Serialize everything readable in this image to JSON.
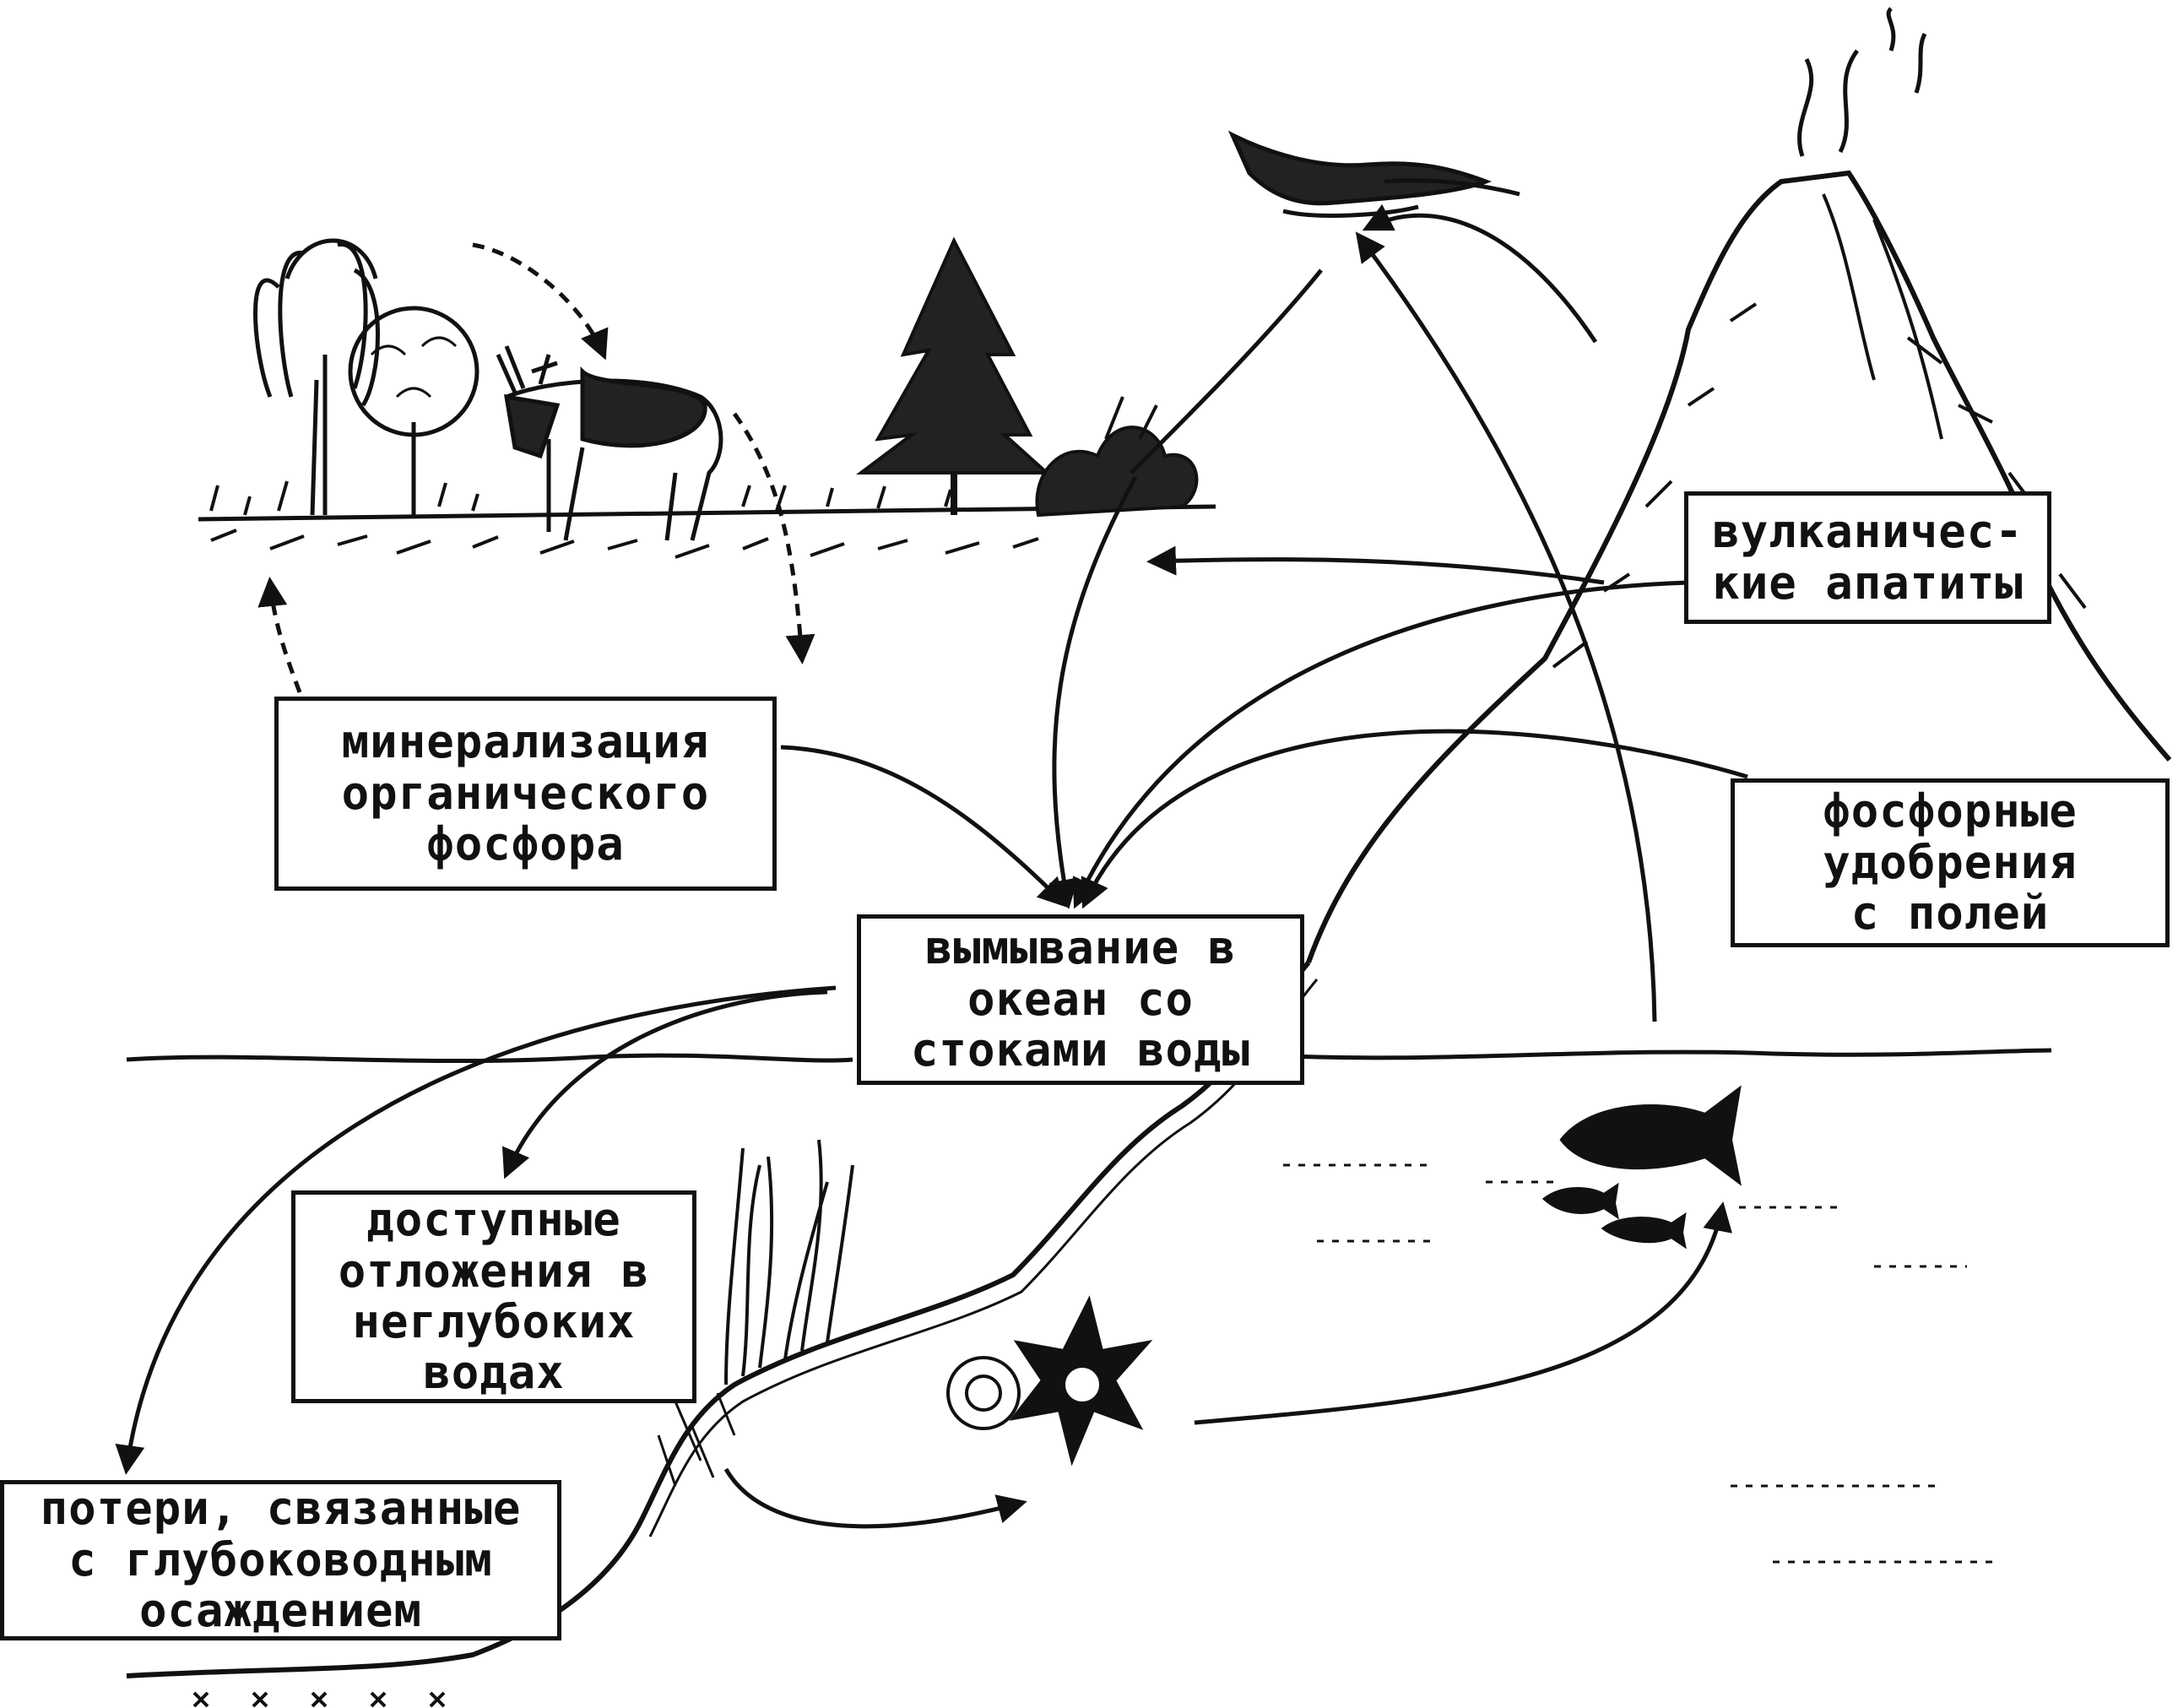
{
  "labels": {
    "mineralization": [
      "минерализация",
      "органического",
      "фосфора"
    ],
    "leaching": [
      "вымывание в",
      "океан со",
      "стоками воды"
    ],
    "apatites": [
      "вулканичес-",
      "кие апатиты"
    ],
    "fertilizers": [
      "фосфорные",
      "удобрения",
      "с полей"
    ],
    "shallow": [
      "доступные",
      "отложения в",
      "неглубоких",
      "водах"
    ],
    "deep": [
      "потери, связанные",
      "с глубоководным",
      "осаждением"
    ]
  },
  "colors": {
    "ink": "#111111",
    "paper": "#ffffff"
  },
  "icons": [
    "tree-icon",
    "moose-icon",
    "fir-tree-icon",
    "bird-icon",
    "volcano-icon",
    "fish-icon",
    "plankton-icon",
    "reeds-icon"
  ]
}
